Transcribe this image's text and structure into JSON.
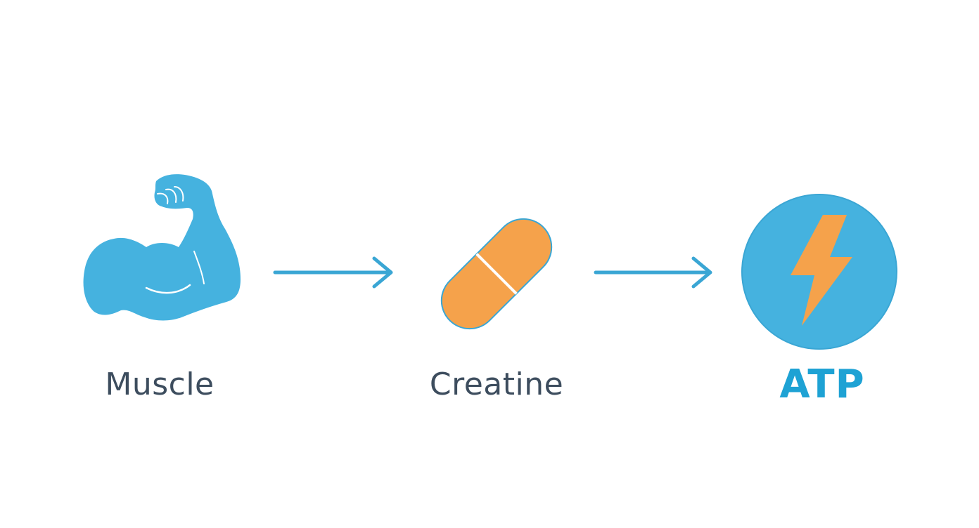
{
  "colors": {
    "blue": "#45b2df",
    "blue_dark": "#3aa6d4",
    "orange": "#f5a24b",
    "label_dark": "#3d4d5e",
    "label_accent": "#1ea2d4"
  },
  "nodes": [
    {
      "id": "muscle",
      "label": "Muscle",
      "icon": "flexed-arm-icon"
    },
    {
      "id": "creatine",
      "label": "Creatine",
      "icon": "capsule-pill-icon"
    },
    {
      "id": "atp",
      "label": "ATP",
      "icon": "lightning-bolt-icon"
    }
  ],
  "edges": [
    {
      "from": "muscle",
      "to": "creatine"
    },
    {
      "from": "creatine",
      "to": "atp"
    }
  ]
}
